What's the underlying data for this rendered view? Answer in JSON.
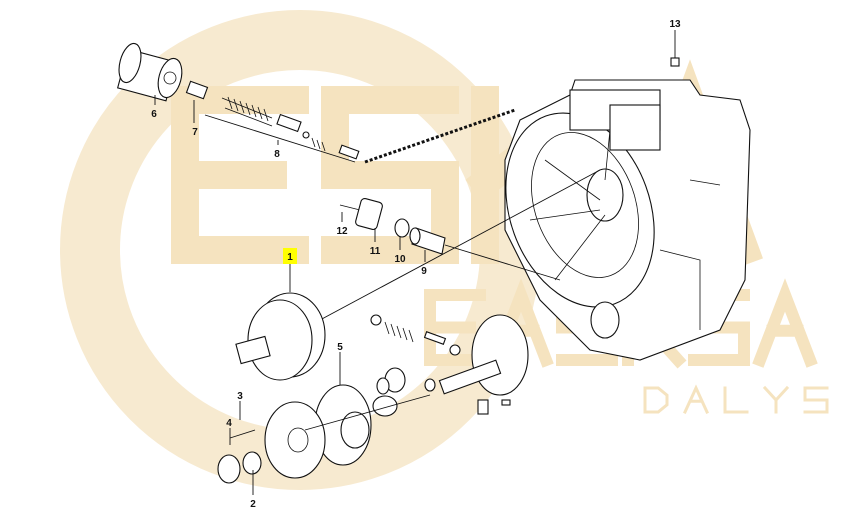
{
  "diagram": {
    "watermark": {
      "top": "ESKA",
      "middle": "EASKSA",
      "bottom": "DALYS",
      "color": "#f5e3bf"
    },
    "highlight_color": "#ffff00",
    "callouts": [
      {
        "id": "13",
        "label": "13"
      },
      {
        "id": "6",
        "label": "6"
      },
      {
        "id": "7",
        "label": "7"
      },
      {
        "id": "8",
        "label": "8"
      },
      {
        "id": "12",
        "label": "12"
      },
      {
        "id": "11",
        "label": "11"
      },
      {
        "id": "10",
        "label": "10"
      },
      {
        "id": "9",
        "label": "9"
      },
      {
        "id": "1",
        "label": "1",
        "highlighted": true
      },
      {
        "id": "5",
        "label": "5"
      },
      {
        "id": "3",
        "label": "3"
      },
      {
        "id": "4",
        "label": "4"
      },
      {
        "id": "2",
        "label": "2"
      }
    ]
  }
}
